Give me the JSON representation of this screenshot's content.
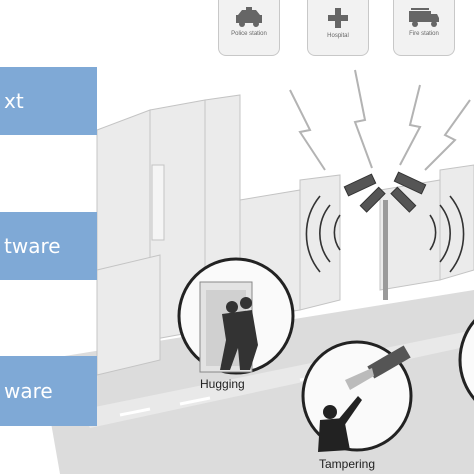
{
  "panels": [
    {
      "text": "xt"
    },
    {
      "text": "tware"
    },
    {
      "text": "ware"
    }
  ],
  "services": [
    {
      "label": "Police station",
      "icon": "police-car-icon"
    },
    {
      "label": "Hospital",
      "icon": "hospital-cross-icon"
    },
    {
      "label": "Fire station",
      "icon": "fire-truck-icon"
    }
  ],
  "scenes": [
    {
      "caption": "Hugging"
    },
    {
      "caption": "Tampering"
    }
  ],
  "colors": {
    "panel": "#7fa9d6",
    "building_fill": "#e6e6e6",
    "street": "#d6d6d6"
  }
}
